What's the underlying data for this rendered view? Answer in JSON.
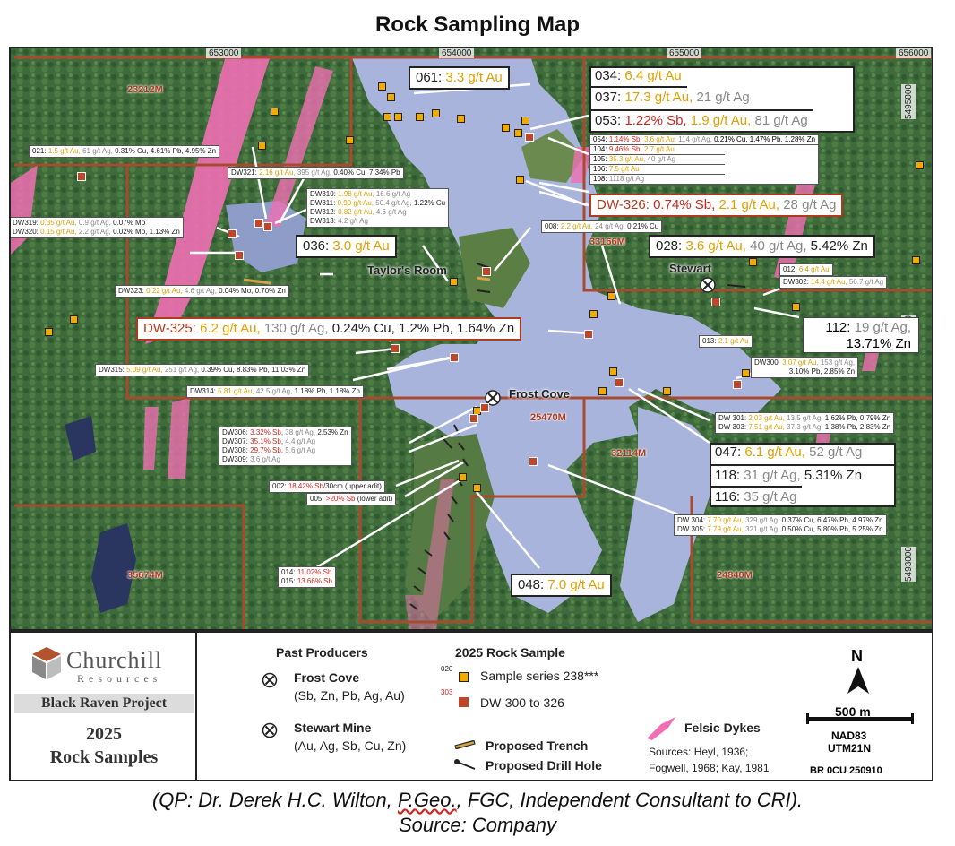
{
  "title": "Rock Sampling Map",
  "coords": {
    "top": [
      "653000",
      "654000",
      "655000",
      "656000"
    ],
    "right": [
      "5495000",
      "5494000",
      "5493000"
    ]
  },
  "claims": [
    "23212M",
    "33166M",
    "25470M",
    "32114M",
    "35674M",
    "24840M"
  ],
  "places": {
    "taylors_room": "Taylor's Room",
    "stewart": "Stewart",
    "frost_cove": "Frost Cove"
  },
  "samples_big": {
    "s061": {
      "id": "061:",
      "au": "3.3 g/t Au"
    },
    "s034": {
      "id": "034:",
      "au": "6.4 g/t Au"
    },
    "s037": {
      "id": "037:",
      "au": "17.3 g/t Au,",
      "ag": "21 g/t Ag"
    },
    "s053": {
      "id": "053:",
      "sb": "1.22% Sb,",
      "au": "1.9 g/t Au,",
      "ag": "81 g/t Ag"
    },
    "dw326": {
      "id": "DW-326:",
      "sb": "0.74% Sb,",
      "au": "2.1 g/t Au,",
      "ag": "28 g/t Ag"
    },
    "s036": {
      "id": "036:",
      "au": "3.0 g/t Au"
    },
    "s028": {
      "id": "028:",
      "au": "3.6 g/t Au,",
      "ag": "40 g/t Ag,",
      "rest": "5.42% Zn"
    },
    "dw325": {
      "id": "DW-325:",
      "au": "6.2 g/t Au,",
      "ag": "130 g/t Ag,",
      "rest": "0.24% Cu, 1.2% Pb, 1.64% Zn"
    },
    "s112a": {
      "id": "112:",
      "ag": "19 g/t Ag,"
    },
    "s112b": {
      "rest": "13.71% Zn"
    },
    "s047": {
      "id": "047:",
      "au": "6.1 g/t Au,",
      "ag": "52 g/t Ag"
    },
    "s118": {
      "id": "118:",
      "ag": "31 g/t Ag,",
      "rest": "5.31% Zn"
    },
    "s116": {
      "id": "116:",
      "ag": "35 g/t Ag"
    },
    "s048": {
      "id": "048:",
      "au": "7.0 g/t Au"
    }
  },
  "samples_small": {
    "s054": {
      "id": "054:",
      "sb": "1.14% Sb,",
      "au": "3.6 g/t Au,",
      "ag": "114 g/t Ag,",
      "rest": "0.21% Cu, 1.47% Pb, 1.28% Zn"
    },
    "s104": {
      "id": "104:",
      "sb": "9.46% Sb,",
      "au": "2.7 g/t Au"
    },
    "s105": {
      "id": "105:",
      "au": "35.3 g/t Au,",
      "ag": "40 g/t Ag"
    },
    "s106": {
      "id": "106:",
      "au": "7.5 g/t Au"
    },
    "s108": {
      "id": "108:",
      "ag": "1118 g/t Ag"
    },
    "s021": {
      "id": "021:",
      "au": "1.5 g/t Au,",
      "ag": "61 g/t Ag,",
      "rest": "0.31% Cu, 4.61% Pb, 4.95% Zn"
    },
    "dw321": {
      "id": "DW321:",
      "au": "2.16 g/t Au,",
      "ag": "395 g/t Ag,",
      "rest": "0.40% Cu, 7.34% Pb"
    },
    "dw310": {
      "id": "DW310:",
      "au": "1.98 g/t Au,",
      "ag": "16.6 g/t Ag",
      "rest": ""
    },
    "dw311": {
      "id": "DW311:",
      "au": "0.90 g/t Au,",
      "ag": "50.4 g/t Ag,",
      "rest": "1.22% Cu"
    },
    "dw312": {
      "id": "DW312:",
      "au": "0.82 g/t Au,",
      "ag": "4.6 g/t Ag",
      "rest": ""
    },
    "dw313": {
      "id": "DW313:",
      "au": "",
      "ag": "4.2 g/t Ag",
      "rest": ""
    },
    "dw319": {
      "id": "DW319:",
      "au": "0.35 g/t Au,",
      "ag": "0.9 g/t Ag,",
      "rest": "0.07% Mo"
    },
    "dw320": {
      "id": "DW320:",
      "au": "0.15 g/t Au,",
      "ag": "2.2 g/t Ag,",
      "rest": "0.02% Mo, 1.13% Zn"
    },
    "dw323": {
      "id": "DW323:",
      "au": "0.22 g/t Au,",
      "ag": "4.6 g/t Ag,",
      "rest": "0.04% Mo, 0.70% Zn"
    },
    "s008": {
      "id": "008:",
      "au": "2.2 g/t Au,",
      "ag": "24 g/t Ag,",
      "rest": "0.21% Cu"
    },
    "s012": {
      "id": "012:",
      "au": "6.4 g/t Au"
    },
    "dw302": {
      "id": "DW302:",
      "au": "14.4 g/t Au,",
      "ag": "56.7 g/t Ag"
    },
    "s013": {
      "id": "013:",
      "au": "2.1 g/t Au"
    },
    "dw315": {
      "id": "DW315:",
      "au": "5.09 g/t Au,",
      "ag": "251 g/t Ag,",
      "rest": "0.39% Cu, 8.83% Pb, 11.03% Zn"
    },
    "dw314": {
      "id": "DW314:",
      "au": "5.81 g/t Au,",
      "ag": "42.5 g/t Ag,",
      "rest": "1.18% Pb, 1.18% Zn"
    },
    "dw300a": {
      "id": "DW300:",
      "au": "3.07 g/t Au,",
      "ag": "153 g/t Ag,"
    },
    "dw300b": {
      "rest": "3.10% Pb, 2.85% Zn"
    },
    "dw306": {
      "id": "DW306:",
      "sb": "3.32% Sb,",
      "ag": "38 g/t Ag,",
      "rest": "2.53% Zn"
    },
    "dw307": {
      "id": "DW307:",
      "sb": "35.1% Sb,",
      "ag": "4.4 g/t Ag"
    },
    "dw308": {
      "id": "DW308:",
      "sb": "29.7% Sb,",
      "ag": "5.6 g/t Ag"
    },
    "dw309": {
      "id": "DW309:",
      "ag": "3.6 g/t Ag"
    },
    "dw301": {
      "id": "DW 301:",
      "au": "2.03 g/t Au,",
      "ag": "13.5 g/t Ag,",
      "rest": "1.62% Pb, 0.79% Zn"
    },
    "dw303": {
      "id": "DW 303:",
      "au": "7.51 g/t Au,",
      "ag": "37.3 g/t Ag,",
      "rest": "1.38% Pb, 2.83% Zn"
    },
    "s002": {
      "id": "002:",
      "sb": "18.42% Sb",
      "rest": "/30cm (upper adit)"
    },
    "s005": {
      "id": "005:",
      "sb": ">20% Sb",
      "rest": "(lower adit)"
    },
    "dw304": {
      "id": "DW 304:",
      "au": "7.70 g/t Au,",
      "ag": "329 g/t Ag,",
      "rest": "0.37% Cu, 6.47% Pb, 4.97% Zn"
    },
    "dw305": {
      "id": "DW 305:",
      "au": "7.79 g/t Au,",
      "ag": "321 g/t Ag,",
      "rest": "0.50% Cu, 5.80% Pb, 5.25% Zn"
    },
    "s014": {
      "id": "014:",
      "sb": "11.02% Sb"
    },
    "s015": {
      "id": "015:",
      "sb": "13.66% Sb"
    }
  },
  "legend": {
    "company": "Churchill",
    "company_sub": "Resources",
    "project": "Black Raven Project",
    "year": "2025",
    "rock_samples": "Rock Samples",
    "past_producers": "Past Producers",
    "frost_cove": "Frost Cove",
    "frost_cove_metals": "(Sb, Zn, Pb, Ag, Au)",
    "stewart_mine": "Stewart Mine",
    "stewart_metals": "(Au, Ag, Sb, Cu, Zn)",
    "proposed_trench": "Proposed Trench",
    "proposed_drill": "Proposed Drill Hole",
    "rock_sample_title": "2025 Rock Sample",
    "series_238_num": "020",
    "series_238": "Sample series 238***",
    "dw_num": "303",
    "dw_series": "DW-300 to 326",
    "felsic": "Felsic Dykes",
    "sources1": "Sources: Heyl, 1936;",
    "sources2": "Fogwell, 1968; Kay, 1981",
    "north": "N",
    "scale": "500 m",
    "datum": "NAD83",
    "zone": "UTM21N",
    "ref": "BR 0CU 250910"
  },
  "caption": {
    "pre": "(QP: Dr. Derek H.C. Wilton, ",
    "pgeo": "P.Geo.",
    "post": ", FGC, Independent Consultant to CRI).",
    "source": "Source: Company"
  },
  "colors": {
    "au": "#e0a000",
    "sb": "#d0251e",
    "ag": "#888888",
    "claim": "#b03a1e",
    "dyke": "#ef6fb2",
    "water": "#a9b4dd"
  }
}
